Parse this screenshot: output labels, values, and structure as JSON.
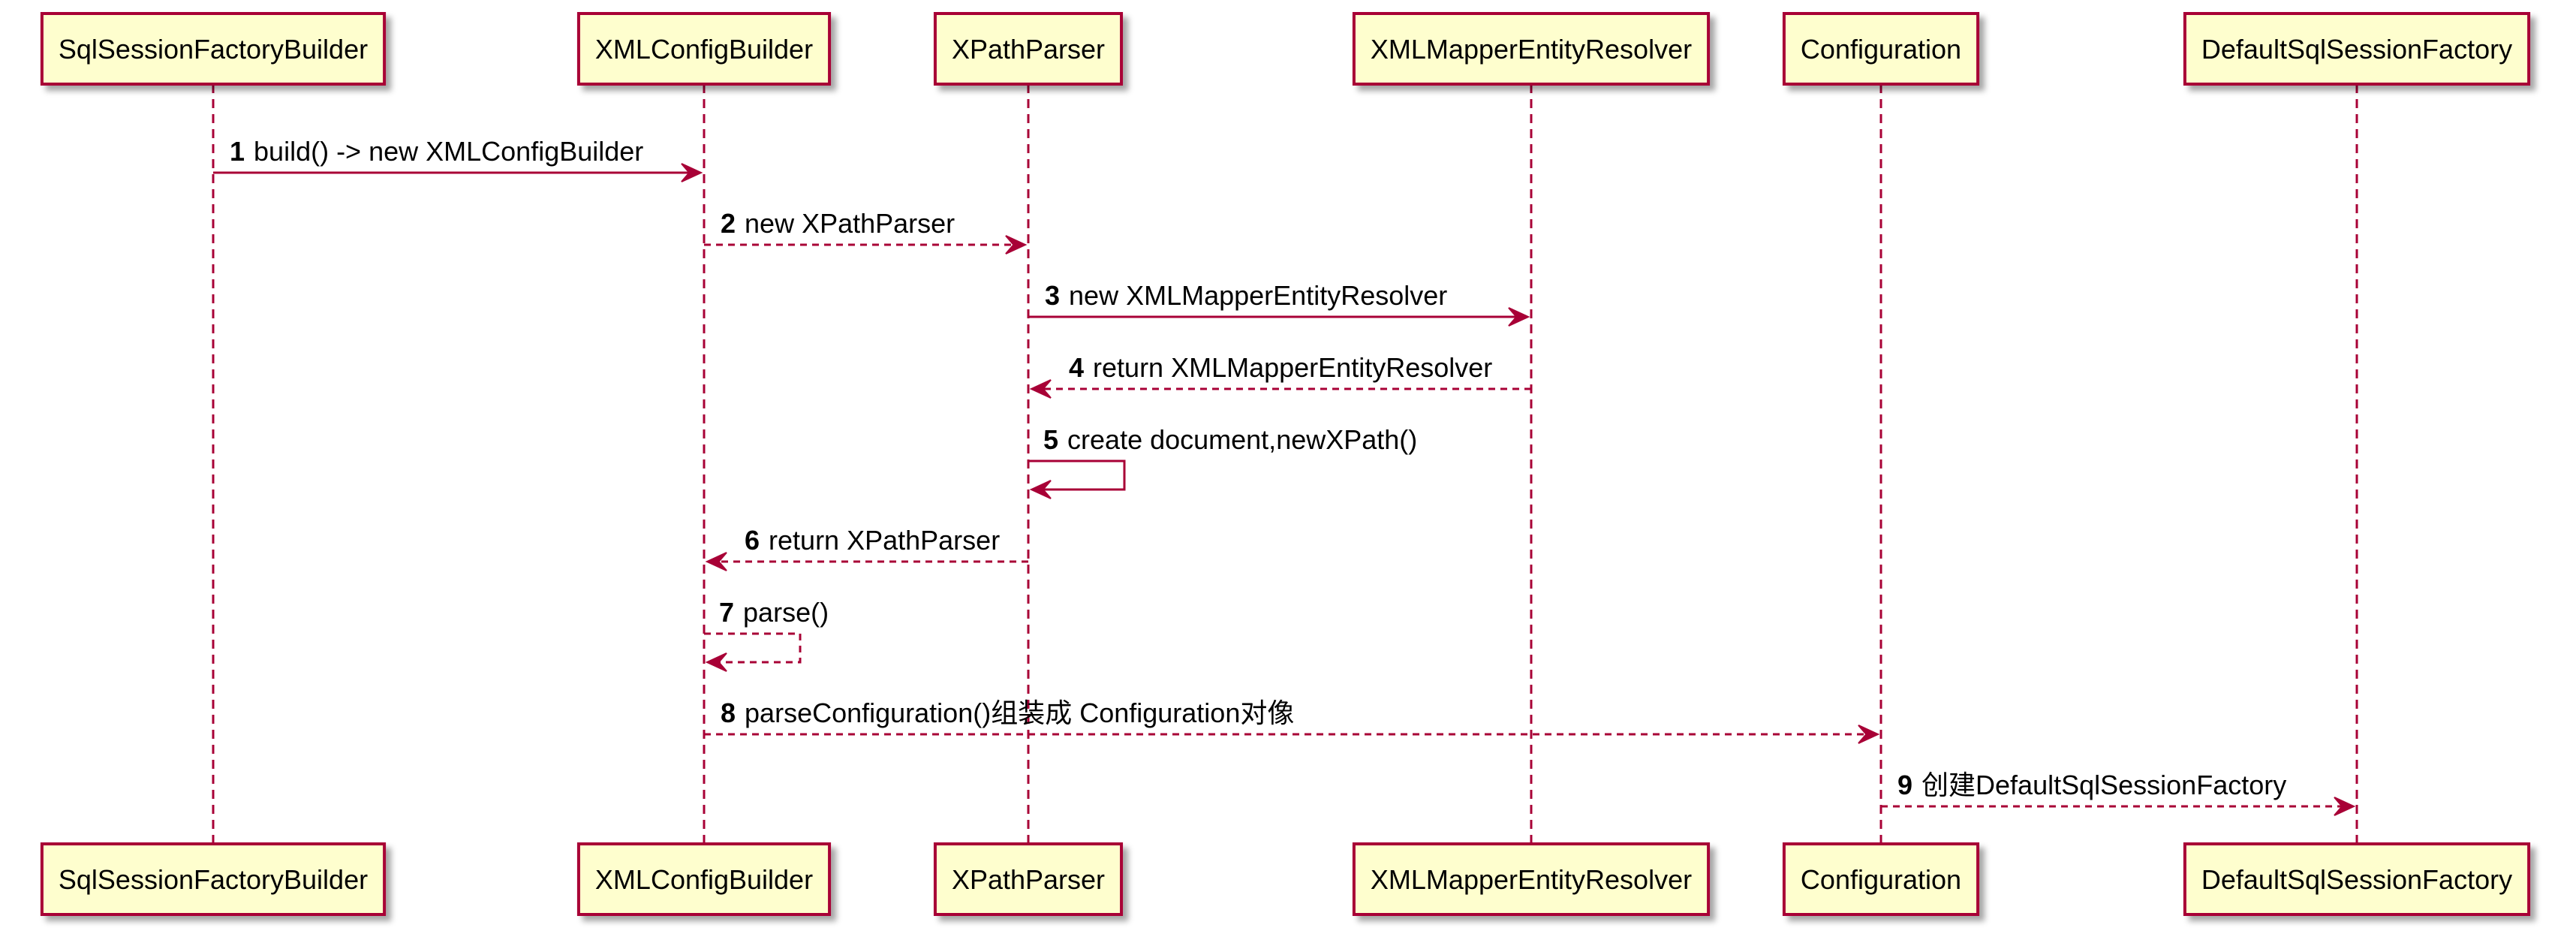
{
  "participants": [
    {
      "id": "p1",
      "label": "SqlSessionFactoryBuilder"
    },
    {
      "id": "p2",
      "label": "XMLConfigBuilder"
    },
    {
      "id": "p3",
      "label": "XPathParser"
    },
    {
      "id": "p4",
      "label": "XMLMapperEntityResolver"
    },
    {
      "id": "p5",
      "label": "Configuration"
    },
    {
      "id": "p6",
      "label": "DefaultSqlSessionFactory"
    }
  ],
  "messages": [
    {
      "num": "1",
      "text": "build() -> new XMLConfigBuilder",
      "from": "p1",
      "to": "p2",
      "style": "solid"
    },
    {
      "num": "2",
      "text": "new XPathParser",
      "from": "p2",
      "to": "p3",
      "style": "dashed"
    },
    {
      "num": "3",
      "text": "new XMLMapperEntityResolver",
      "from": "p3",
      "to": "p4",
      "style": "solid"
    },
    {
      "num": "4",
      "text": "return XMLMapperEntityResolver",
      "from": "p4",
      "to": "p3",
      "style": "dashed"
    },
    {
      "num": "5",
      "text": "create document,newXPath()",
      "from": "p3",
      "to": "p3",
      "style": "solid"
    },
    {
      "num": "6",
      "text": "return XPathParser",
      "from": "p3",
      "to": "p2",
      "style": "dashed"
    },
    {
      "num": "7",
      "text": "parse()",
      "from": "p2",
      "to": "p2",
      "style": "dashed"
    },
    {
      "num": "8",
      "text": "parseConfiguration()组装成 Configuration对像",
      "from": "p2",
      "to": "p5",
      "style": "dashed"
    },
    {
      "num": "9",
      "text": "创建DefaultSqlSessionFactory",
      "from": "p5",
      "to": "p6",
      "style": "dashed"
    }
  ],
  "colors": {
    "participant_fill": "#FEFECE",
    "participant_border": "#A80036",
    "arrow": "#A80036",
    "lifeline": "#A80036",
    "text": "#000000"
  }
}
